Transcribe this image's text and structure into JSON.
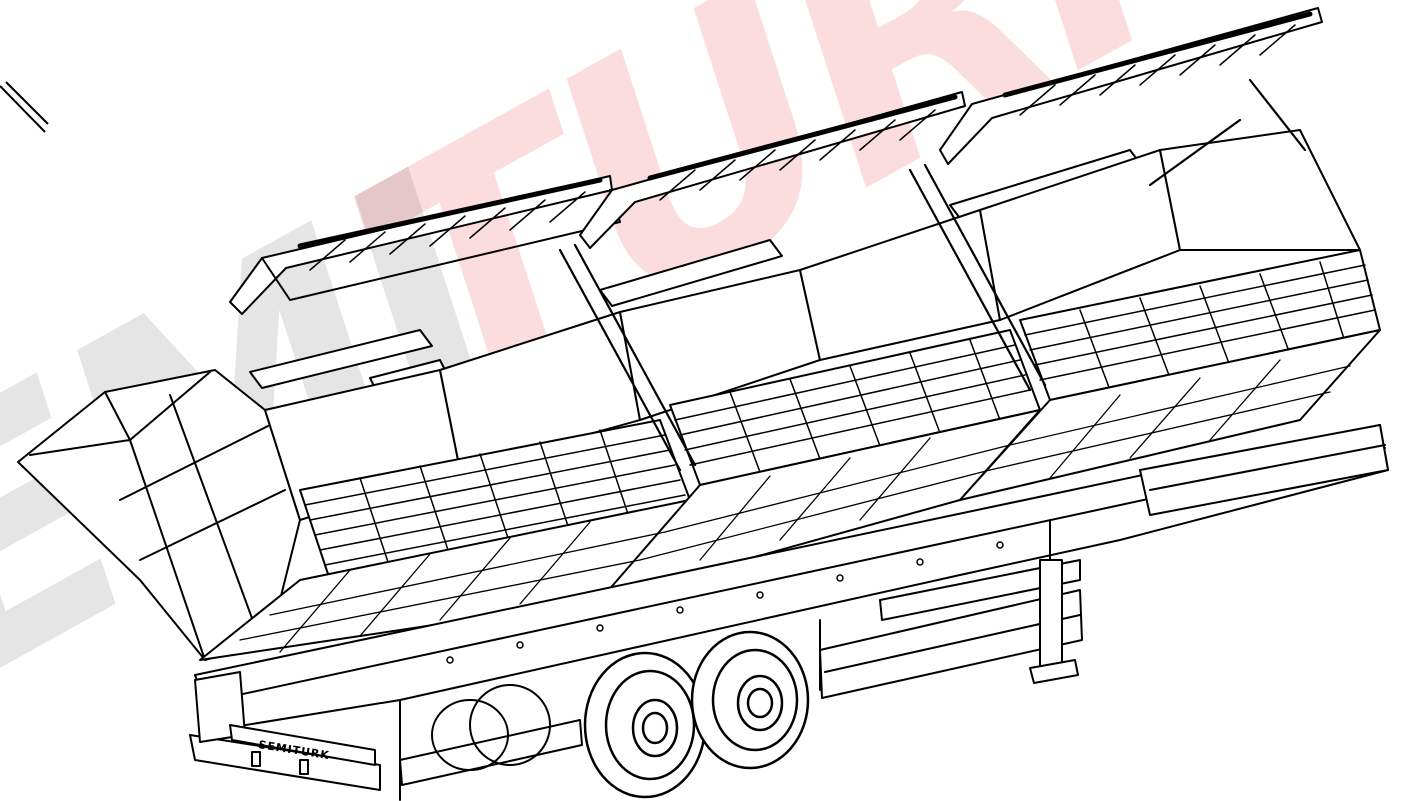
{
  "watermark": {
    "text_dark": "EMI",
    "text_accent": "TURK",
    "color_dark": "#000000",
    "color_accent": "#e8343c"
  },
  "rear_plate": {
    "text": "SEMITURK"
  },
  "colors": {
    "line": "#000000",
    "fill": "#ffffff"
  }
}
